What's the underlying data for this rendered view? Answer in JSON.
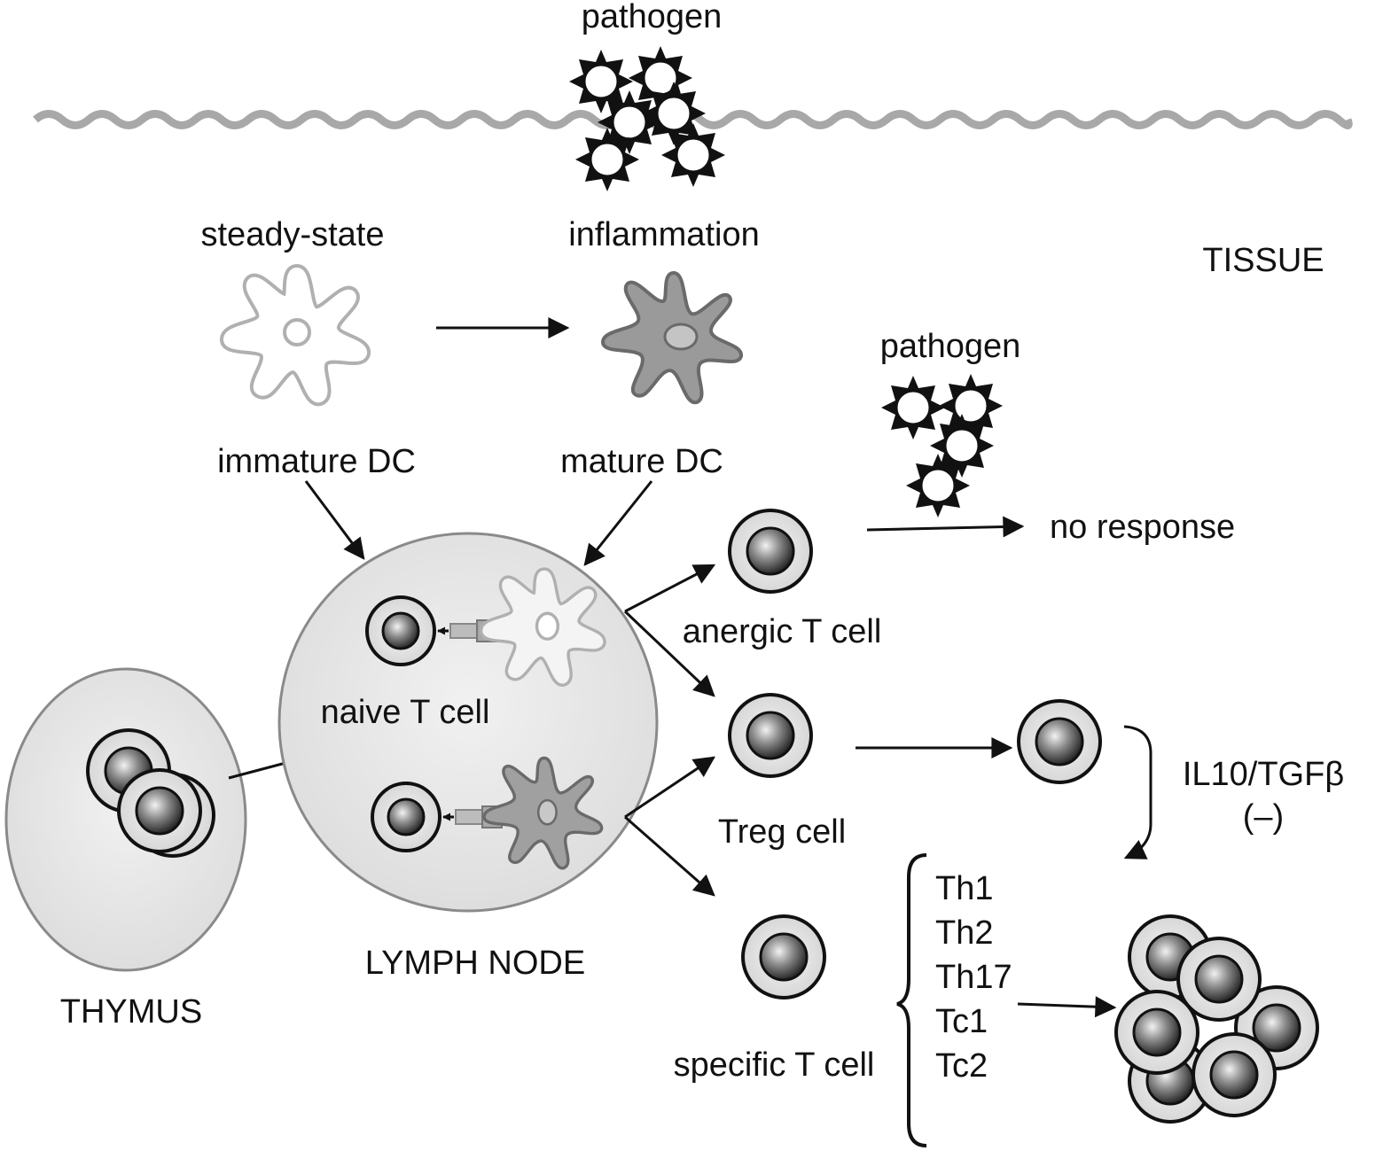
{
  "labels": {
    "pathogen_top": "pathogen",
    "steady_state": "steady-state",
    "inflammation": "inflammation",
    "tissue": "TISSUE",
    "pathogen_mid": "pathogen",
    "immature_dc": "immature DC",
    "mature_dc": "mature DC",
    "no_response": "no response",
    "anergic_t_cell": "anergic T cell",
    "naive_t_cell": "naive T cell",
    "treg_cell": "Treg cell",
    "il10_tgfb": "IL10/TGFβ",
    "negative": "(–)",
    "specific_t_cell": "specific T cell",
    "lymph_node": "LYMPH NODE",
    "thymus": "THYMUS"
  },
  "effector_subsets": [
    "Th1",
    "Th2",
    "Th17",
    "Tc1",
    "Tc2"
  ],
  "colors": {
    "wave": "#a8a8a8",
    "organ_fill": "#e2e2e2",
    "organ_stroke": "#8a8a8a",
    "cell_ring": "#dedede",
    "nucleus_dark": "#2a2a2a",
    "immature_dc_outline": "#b0b0b0",
    "mature_dc_fill": "#9a9a9a",
    "pathogen": "#111111",
    "arrow": "#111111"
  }
}
